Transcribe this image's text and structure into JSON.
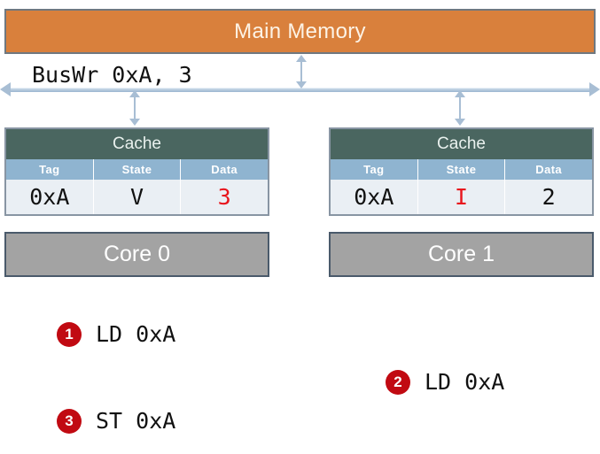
{
  "diagram": {
    "main_memory": {
      "label": "Main Memory",
      "color": "#d9803c"
    },
    "bus": {
      "label": "BusWr 0xA, 3",
      "color": "#a8bed4"
    },
    "connectors": [
      {
        "name": "memory-to-bus"
      },
      {
        "name": "bus-to-cache-0"
      },
      {
        "name": "bus-to-cache-1"
      }
    ],
    "caches": [
      {
        "title": "Cache",
        "columns": [
          "Tag",
          "State",
          "Data"
        ],
        "row": {
          "tag": "0xA",
          "state": "V",
          "data": "3"
        },
        "highlight": "data",
        "highlight_color": "#e8161d"
      },
      {
        "title": "Cache",
        "columns": [
          "Tag",
          "State",
          "Data"
        ],
        "row": {
          "tag": "0xA",
          "state": "I",
          "data": "2"
        },
        "highlight": "state",
        "highlight_color": "#e8161d"
      }
    ],
    "cores": [
      {
        "label": "Core 0",
        "color": "#a3a3a3"
      },
      {
        "label": "Core 1",
        "color": "#a3a3a3"
      }
    ],
    "operations": [
      {
        "number": "1",
        "text": "LD 0xA",
        "badge_color": "#c10a12"
      },
      {
        "number": "2",
        "text": "LD 0xA",
        "badge_color": "#c10a12"
      },
      {
        "number": "3",
        "text": "ST 0xA",
        "badge_color": "#c10a12"
      }
    ]
  }
}
